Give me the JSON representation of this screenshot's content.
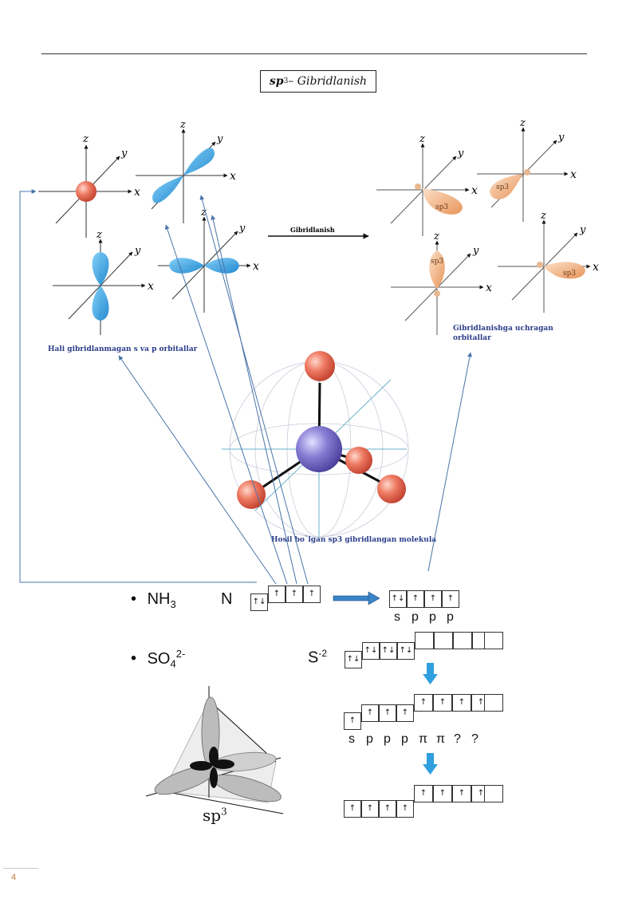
{
  "header": {
    "title_sp": "sp",
    "title_exp": "3",
    "title_rest": " – Gibridlanish"
  },
  "diagram": {
    "axis_x": "x",
    "axis_y": "y",
    "axis_z": "z",
    "arrow_label": "Gibridlanish",
    "sp3_tag": "sp3",
    "caption_left": "Hali gibridlanmagan s va p orbitallar",
    "caption_right_1": "Gibridlanishga uchragan",
    "caption_right_2": "orbitallar",
    "caption_molecule": "Hosil bo`lgan sp3 gibridlangan molekula"
  },
  "nh3": {
    "bullet": "•",
    "formula_main": "NH",
    "formula_sub": "3",
    "atom": "N",
    "paired": "↑↓",
    "single": "↑",
    "labels": [
      "s",
      "p",
      "p",
      "p"
    ]
  },
  "so4": {
    "bullet": "•",
    "formula_main": "SO",
    "formula_sub": "4",
    "formula_sup": "2-",
    "atom": "S",
    "atom_sup": "-2",
    "paired": "↑↓",
    "single": "↑",
    "labels": [
      "s",
      "p",
      "p",
      "p",
      "π",
      "π",
      "?",
      "?"
    ],
    "sp3_label": "sp",
    "sp3_exp": "3"
  },
  "footer": {
    "page_number": "4"
  },
  "colors": {
    "blue_orbital": "#2f9fe0",
    "orange_orbital": "#f0a870",
    "red_atom": "#e0604a",
    "purple_atom": "#6a5fc0",
    "arrow_blue": "#4a74a8",
    "caption_blue": "#2c3d8a"
  }
}
